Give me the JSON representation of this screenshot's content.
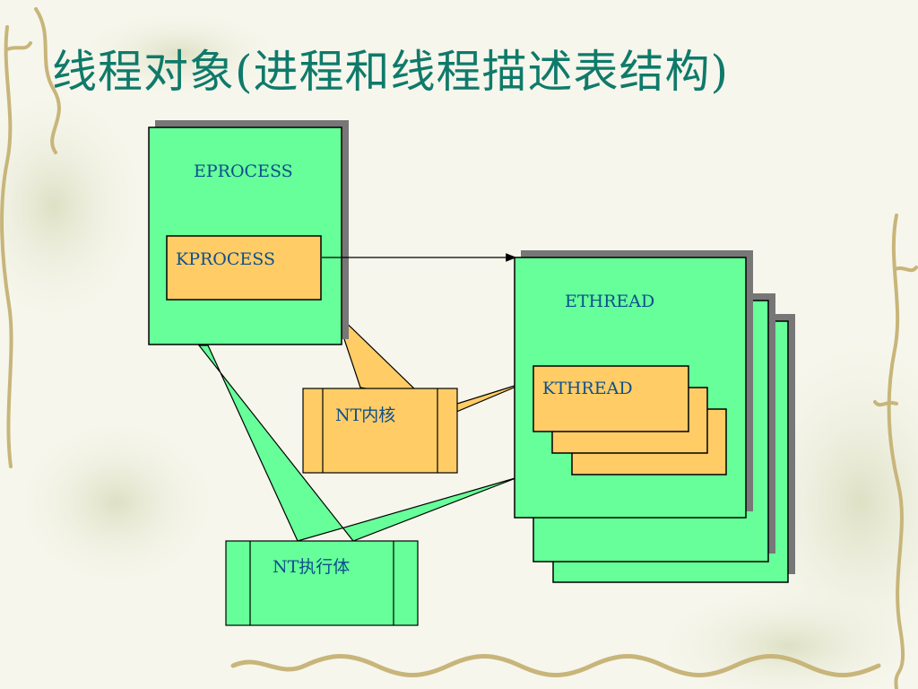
{
  "title": "线程对象(进程和线程描述表结构)",
  "colors": {
    "title": "#0f7a6a",
    "label": "#0d4f8c",
    "green_box": "#66ff99",
    "orange_box": "#ffcc66",
    "shadow": "#777777",
    "decor_vine": "#c8b57a"
  },
  "nodes": {
    "eprocess": "EPROCESS",
    "kprocess": "KPROCESS",
    "ethread": "ETHREAD",
    "kthread": "KTHREAD",
    "nt_kernel": "NT内核",
    "nt_executive": "NT执行体"
  },
  "decorations": [
    "vine-border-left",
    "vine-border-right",
    "vine-border-bottom",
    "floral-watermark"
  ]
}
